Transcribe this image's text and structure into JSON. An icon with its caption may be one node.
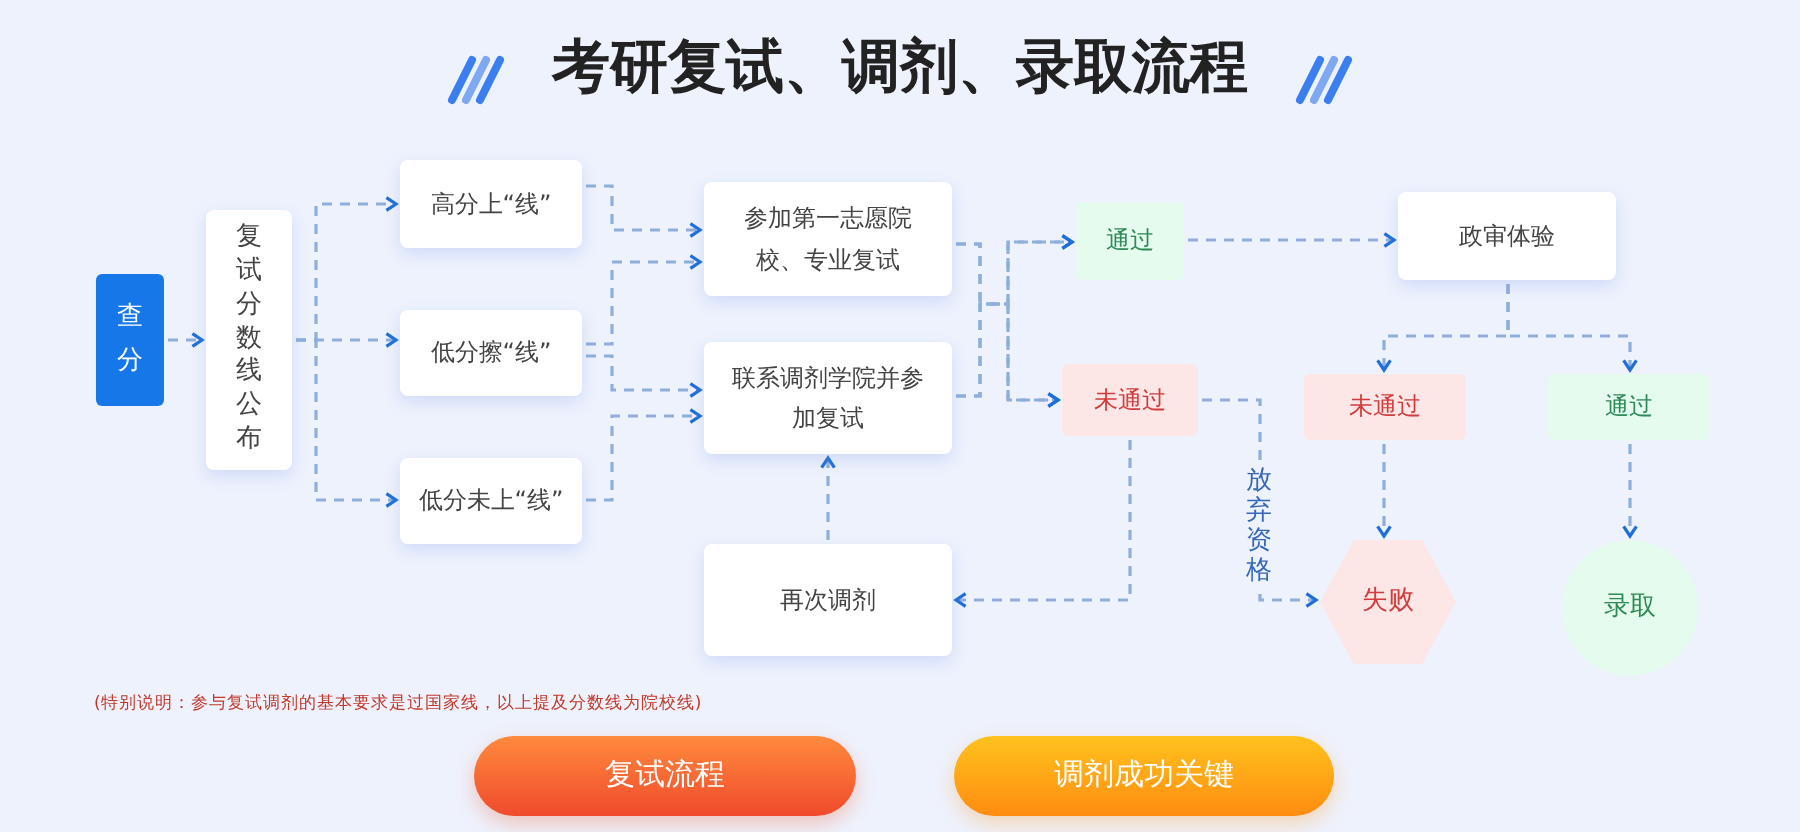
{
  "diagram": {
    "title": "考研复试、调剂、录取流程",
    "nodes": [
      {
        "text": [
          "查分"
        ]
      },
      {
        "text": [
          "复试分数线公布"
        ]
      },
      {
        "text": [
          "高分上“线”"
        ]
      },
      {
        "text": [
          "低分擦“线”"
        ]
      },
      {
        "text": [
          "低分未上“线”"
        ]
      },
      {
        "text": [
          "参加第一志愿院校、专业复试"
        ]
      },
      {
        "text": [
          "联系调剂学院并参加复试"
        ]
      },
      {
        "text": [
          "再次调剂"
        ]
      },
      {
        "text": [
          "通过"
        ]
      },
      {
        "text": [
          "未通过"
        ]
      },
      {
        "text": [
          "政审体验"
        ]
      },
      {
        "text": [
          "未通过"
        ]
      },
      {
        "text": [
          "通过"
        ]
      },
      {
        "text": [
          "失败"
        ]
      },
      {
        "text": [
          "录取"
        ]
      },
      {
        "text": [
          "复试流程"
        ]
      },
      {
        "text": [
          "调剂成功关键"
        ]
      }
    ],
    "edges": [
      {
        "from": 0,
        "to": 1,
        "arrow": "to",
        "style": "dashed"
      },
      {
        "from": 1,
        "to": 2,
        "arrow": "to",
        "style": "dashed"
      },
      {
        "from": 1,
        "to": 3,
        "arrow": "to",
        "style": "dashed"
      },
      {
        "from": 1,
        "to": 4,
        "arrow": "to",
        "style": "dashed"
      },
      {
        "from": 2,
        "to": 5,
        "arrow": "to",
        "style": "dashed"
      },
      {
        "from": 3,
        "to": 5,
        "arrow": "to",
        "style": "dashed"
      },
      {
        "from": 3,
        "to": 6,
        "arrow": "to",
        "style": "dashed"
      },
      {
        "from": 4,
        "to": 6,
        "arrow": "to",
        "style": "dashed"
      },
      {
        "from": 5,
        "to": 8,
        "arrow": "to",
        "style": "dashed"
      },
      {
        "from": 5,
        "to": 9,
        "arrow": "to",
        "style": "dashed"
      },
      {
        "from": 6,
        "to": 8,
        "arrow": "to",
        "style": "dashed"
      },
      {
        "from": 6,
        "to": 9,
        "arrow": "to",
        "style": "dashed"
      },
      {
        "from": 8,
        "to": 10,
        "arrow": "to",
        "style": "dashed"
      },
      {
        "from": 10,
        "to": 11,
        "arrow": "to",
        "style": "dashed"
      },
      {
        "from": 10,
        "to": 12,
        "arrow": "to",
        "style": "dashed"
      },
      {
        "from": 9,
        "to": 7,
        "arrow": "to",
        "style": "dashed"
      },
      {
        "from": 7,
        "to": 6,
        "arrow": "to",
        "style": "dashed"
      },
      {
        "from": 9,
        "to": 13,
        "arrow": "to",
        "style": "dashed",
        "label": "放弃资格"
      },
      {
        "from": 11,
        "to": 13,
        "arrow": "to",
        "style": "dashed"
      },
      {
        "from": 12,
        "to": 14,
        "arrow": "to",
        "style": "dashed"
      }
    ],
    "labels": [
      "(特别说明：参与复试调剂的基本要求是过国家线，以上提及分数线为院校线)"
    ]
  }
}
